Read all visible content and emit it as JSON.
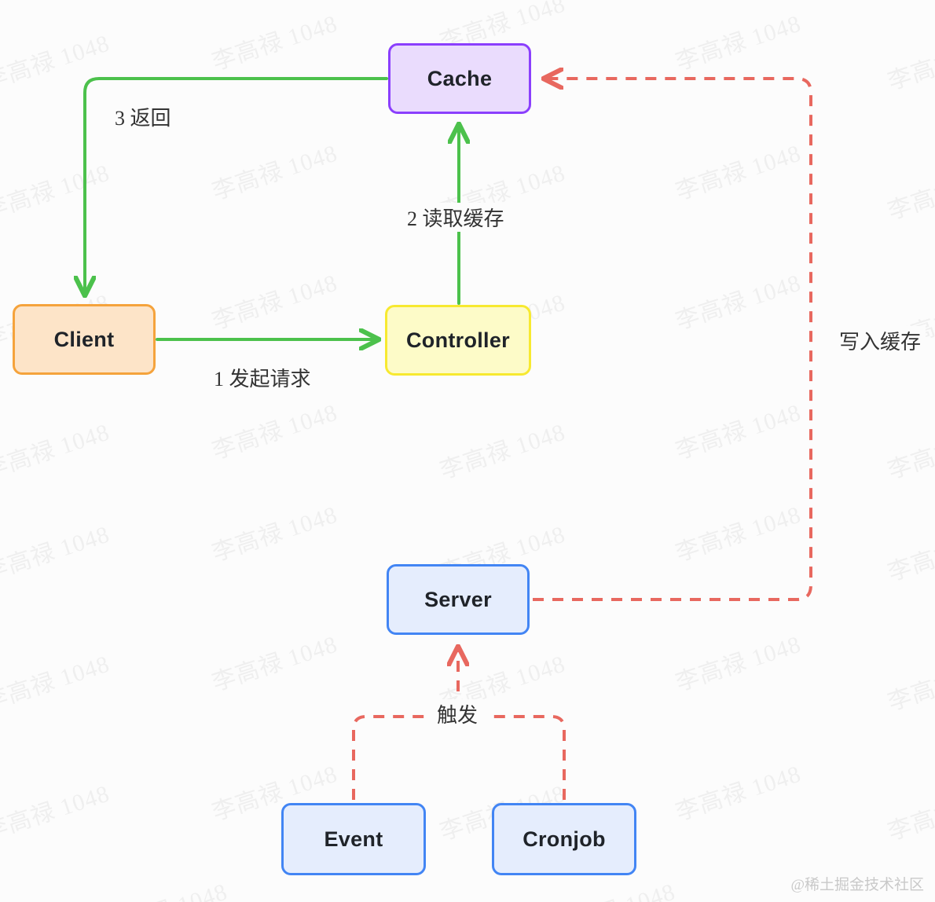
{
  "diagram": {
    "background": "#fcfcfc",
    "nodes": [
      {
        "id": "cache",
        "label": "Cache",
        "fill": "#eadcfd",
        "stroke": "#8b3ffd"
      },
      {
        "id": "client",
        "label": "Client",
        "fill": "#fde4c8",
        "stroke": "#f5a33c"
      },
      {
        "id": "controller",
        "label": "Controller",
        "fill": "#fdfbc8",
        "stroke": "#f7e930"
      },
      {
        "id": "server",
        "label": "Server",
        "fill": "#e5edfd",
        "stroke": "#4285f4"
      },
      {
        "id": "event",
        "label": "Event",
        "fill": "#e5edfd",
        "stroke": "#4285f4"
      },
      {
        "id": "cronjob",
        "label": "Cronjob",
        "fill": "#e5edfd",
        "stroke": "#4285f4"
      }
    ],
    "edges": [
      {
        "id": "request",
        "from": "client",
        "to": "controller",
        "label": "1 发起请求",
        "style": "solid",
        "color": "#4cc14c"
      },
      {
        "id": "read-cache",
        "from": "controller",
        "to": "cache",
        "label": "2 读取缓存",
        "style": "solid",
        "color": "#4cc14c"
      },
      {
        "id": "return",
        "from": "cache",
        "to": "client",
        "label": "3 返回",
        "style": "solid",
        "color": "#4cc14c"
      },
      {
        "id": "write-cache",
        "from": "server",
        "to": "cache",
        "label": "写入缓存",
        "style": "dashed",
        "color": "#e8685f"
      },
      {
        "id": "trigger-event",
        "from": "event",
        "to": "server",
        "label": "触发",
        "style": "dashed",
        "color": "#e8685f"
      },
      {
        "id": "trigger-cronjob",
        "from": "cronjob",
        "to": "server",
        "label": "",
        "style": "dashed",
        "color": "#e8685f"
      }
    ],
    "colors": {
      "green": "#4cc14c",
      "red": "#e8685f",
      "label_text": "#333333",
      "node_text": "#1f2329"
    }
  },
  "watermark": {
    "text": "李高禄 1048",
    "color": "#efefef"
  },
  "credit": {
    "text": "@稀土掘金技术社区"
  }
}
